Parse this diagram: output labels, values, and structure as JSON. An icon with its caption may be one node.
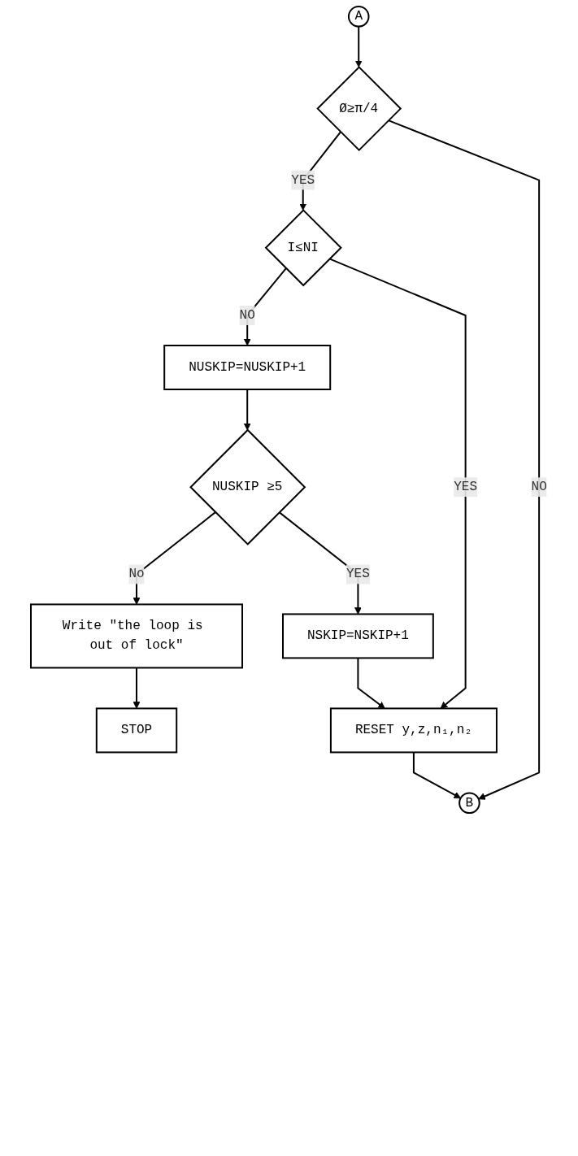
{
  "diagram": {
    "nodes": [
      {
        "text": [
          "A"
        ]
      },
      {
        "text": [
          "Ø≥π/4"
        ]
      },
      {
        "text": [
          "I≤NI"
        ]
      },
      {
        "text": [
          "NUSKIP=NUSKIP+1"
        ]
      },
      {
        "text": [
          "NUSKIP ≥5"
        ]
      },
      {
        "text": [
          "Write \"the loop is out of lock\""
        ]
      },
      {
        "text": [
          "STOP"
        ]
      },
      {
        "text": [
          "NSKIP=NSKIP+1"
        ]
      },
      {
        "text": [
          "RESET y,z,n₁,n₂"
        ]
      },
      {
        "text": [
          "B"
        ]
      }
    ],
    "edges": [
      {
        "from": 0,
        "to": 1,
        "arrow": "to"
      },
      {
        "from": 1,
        "to": 2,
        "arrow": "to",
        "label": "YES"
      },
      {
        "from": 1,
        "to": 9,
        "arrow": "to",
        "label": "NO"
      },
      {
        "from": 2,
        "to": 8,
        "arrow": "to",
        "label": "YES"
      },
      {
        "from": 2,
        "to": 3,
        "arrow": "to",
        "label": "NO"
      },
      {
        "from": 3,
        "to": 4,
        "arrow": "to"
      },
      {
        "from": 4,
        "to": 5,
        "arrow": "to",
        "label": "No"
      },
      {
        "from": 4,
        "to": 7,
        "arrow": "to",
        "label": "YES"
      },
      {
        "from": 5,
        "to": 6,
        "arrow": "to"
      },
      {
        "from": 7,
        "to": 8,
        "arrow": "to"
      },
      {
        "from": 8,
        "to": 9,
        "arrow": "to"
      }
    ]
  }
}
